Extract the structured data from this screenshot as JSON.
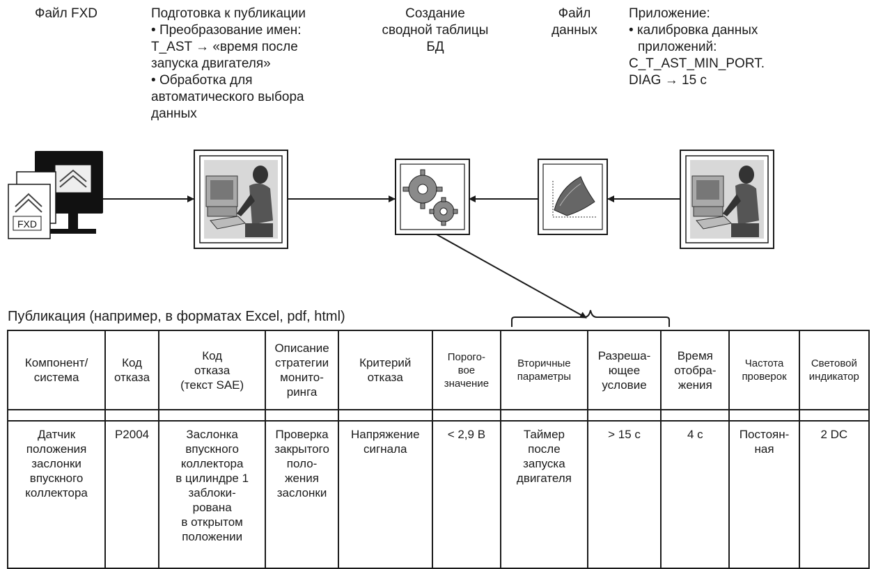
{
  "stages": {
    "fxd_file": {
      "title": "Файл FXD",
      "icon_label": "FXD"
    },
    "prep": {
      "title": "Подготовка к публикации",
      "items": [
        [
          "Преобразование имен:",
          "T_AST → «время после",
          "запуска двигателя»"
        ],
        [
          "Обработка для",
          "автоматического выбора",
          "данных"
        ]
      ]
    },
    "db": {
      "title_lines": [
        "Создание",
        "сводной таблицы",
        "БД"
      ]
    },
    "data_file": {
      "title_lines": [
        "Файл",
        "данных"
      ]
    },
    "app": {
      "title": "Приложение:",
      "items": [
        [
          "калибровка данных",
          "приложений:"
        ]
      ],
      "extra_lines": [
        "C_T_AST_MIN_PORT.",
        "DIAG → 15 с"
      ]
    }
  },
  "publication": {
    "caption": "Публикация (например, в форматах Excel, pdf, html)",
    "columns": [
      "Компонент/\nсистема",
      "Код\nотказа",
      "Код\nотказа\n(текст SAE)",
      "Описание\nстратегии\nмонито-\nринга",
      "Критерий\nотказа",
      "Порого-\nвое\nзначение",
      "Вторичные\nпараметры",
      "Разреша-\nющее\nусловие",
      "Время\nотобра-\nжения",
      "Частота\nпроверок",
      "Световой\nиндикатор"
    ],
    "rows": [
      [
        "Датчик\nположения\nзаслонки\nвпускного\nколлектора",
        "P2004",
        "Заслонка\nвпускного\nколлектора\nв цилиндре 1\nзаблоки-\nрована\nв открытом\nположении",
        "Проверка\nзакрытого\nполо-\nжения\nзаслонки",
        "Напряжение\nсигнала",
        "< 2,9 В",
        "Таймер\nпосле\nзапуска\nдвигателя",
        "> 15 с",
        "4 с",
        "Постоян-\nная",
        "2 DC"
      ]
    ]
  }
}
